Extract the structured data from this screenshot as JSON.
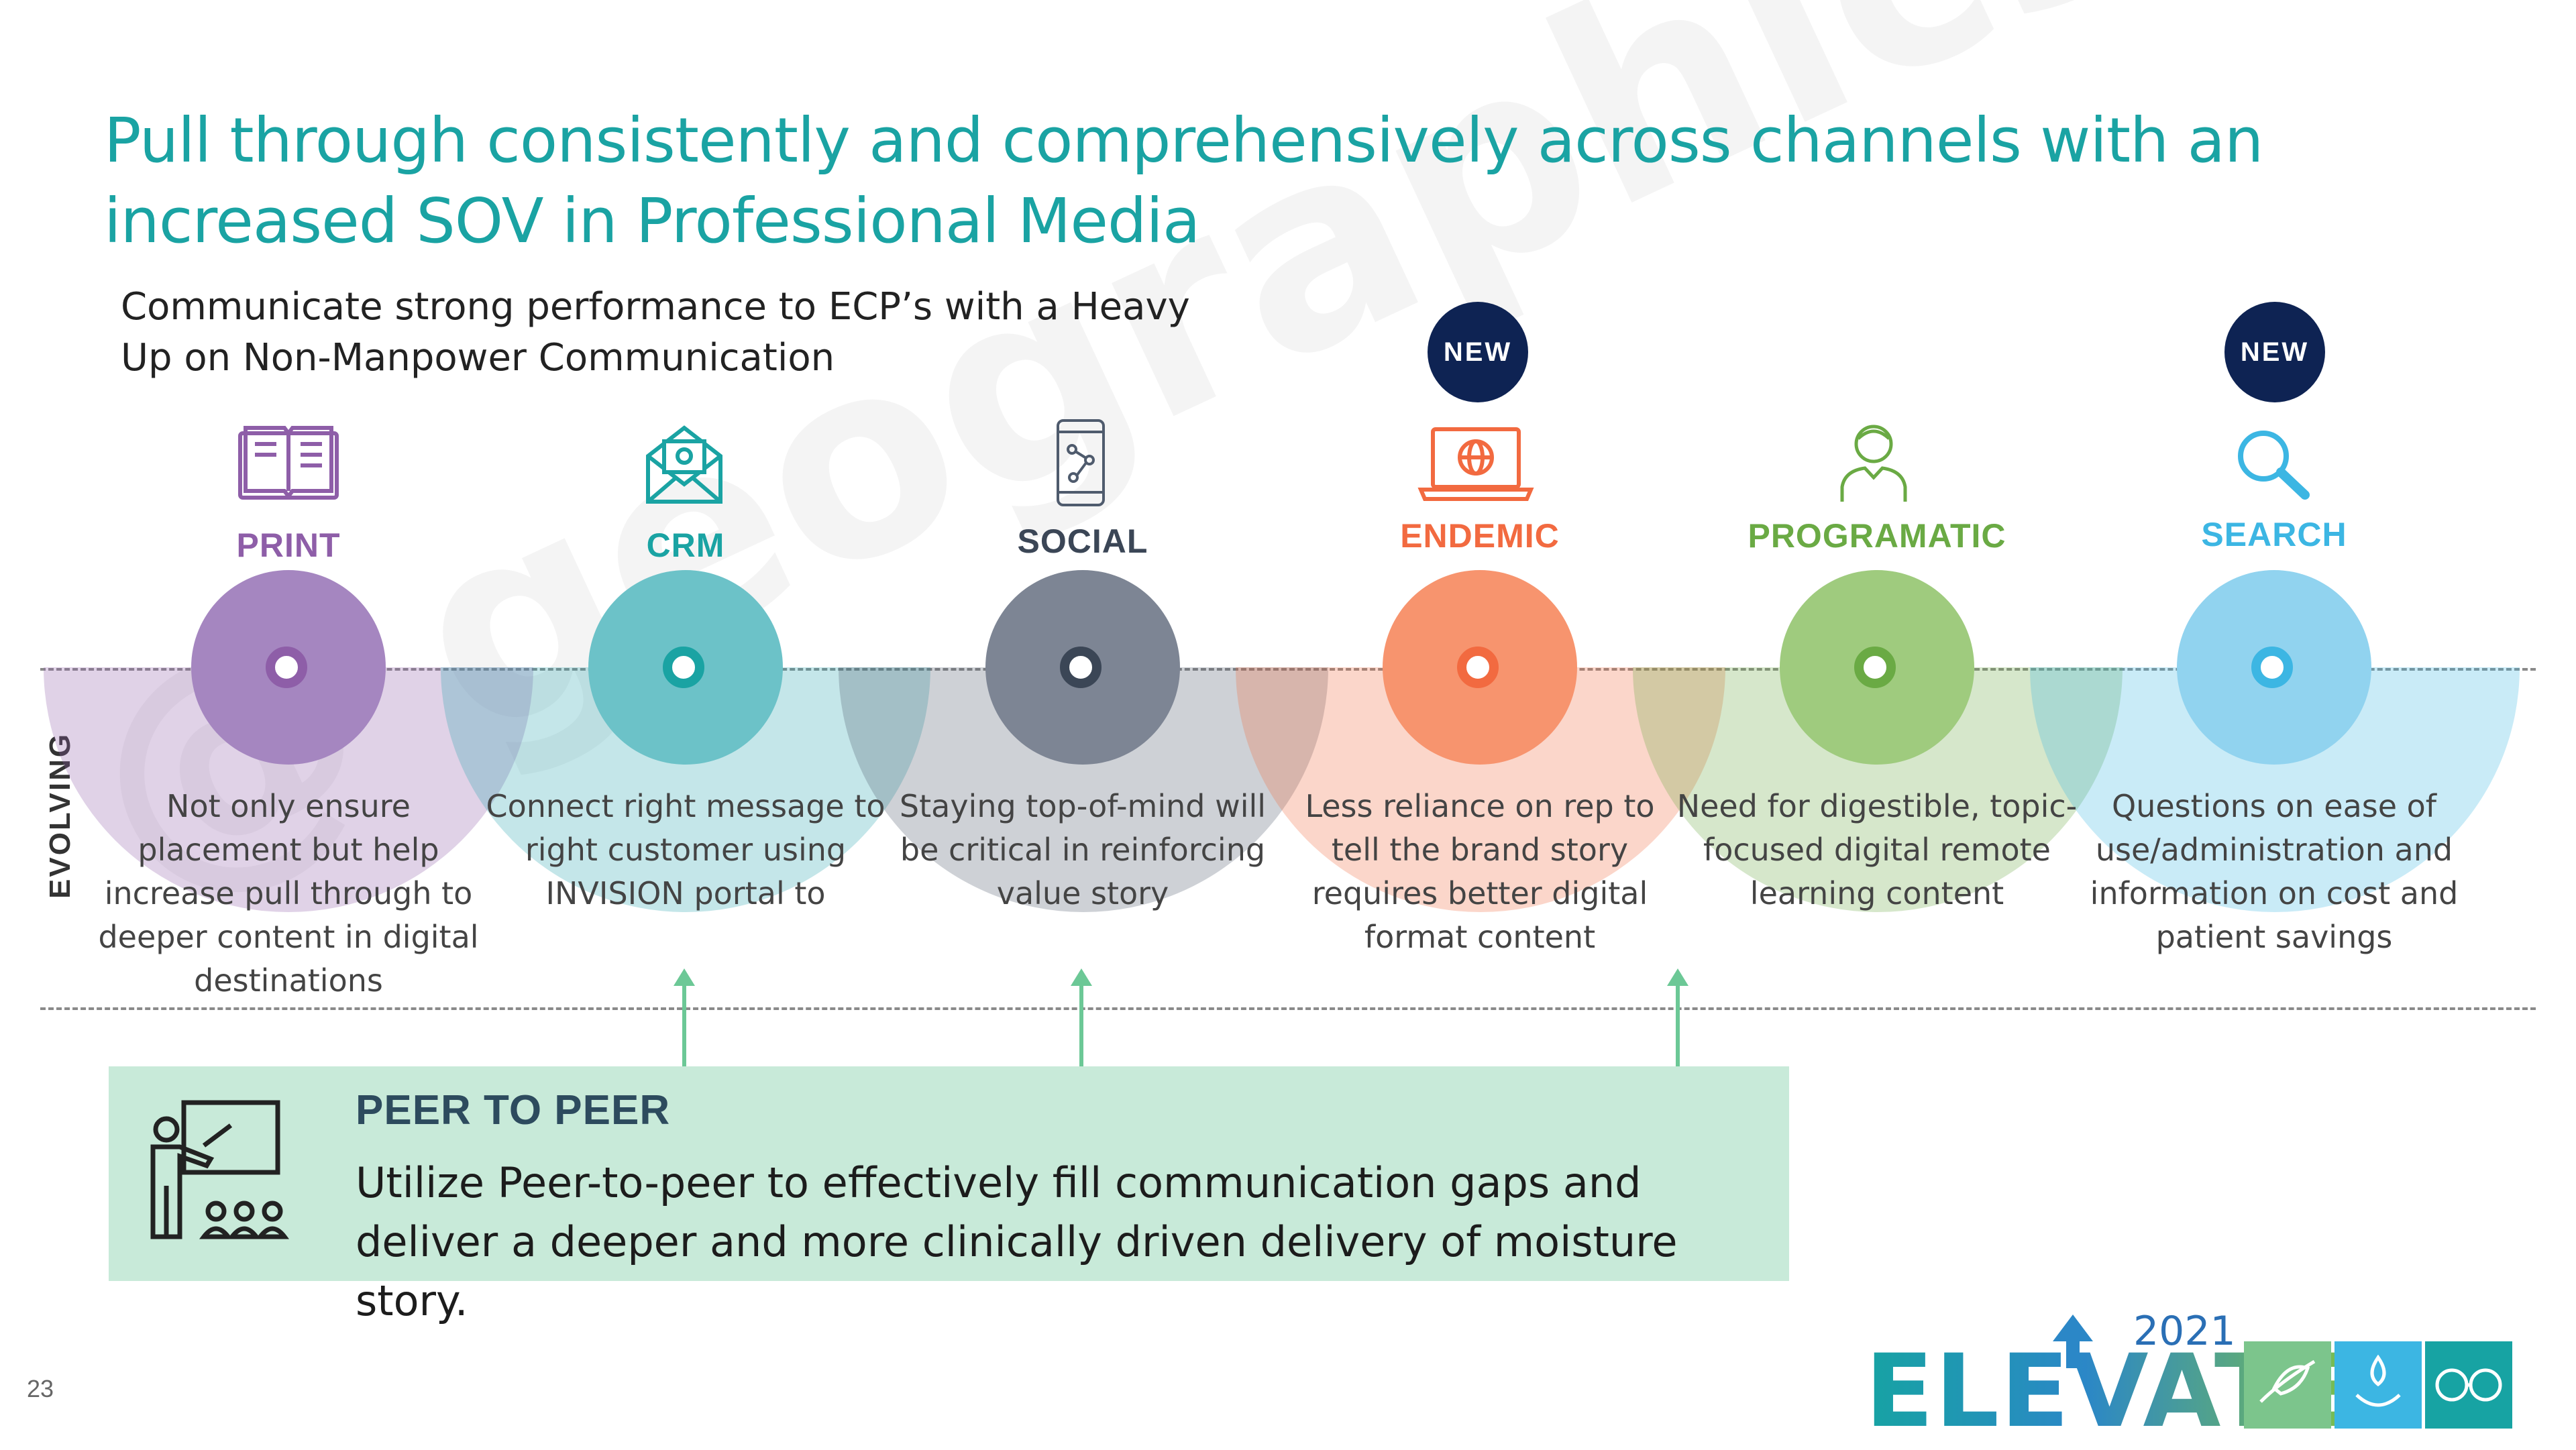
{
  "title": "Pull through consistently and comprehensively across channels with an increased SOV in Professional Media",
  "subtitle": "Communicate strong performance to ECP’s with a Heavy Up on Non-Manpower Communication",
  "side_label": "EVOLVING",
  "new_badge": "NEW",
  "watermark": "@ geographics",
  "channels": [
    {
      "label": "PRINT",
      "icon": "book-icon",
      "color": "#8e5ea8",
      "desc": "Not only ensure placement but help increase pull through to deeper content in digital destinations"
    },
    {
      "label": "CRM",
      "icon": "email-icon",
      "color": "#2aa7b0",
      "desc": "Connect right message to right customer using INVISION portal to"
    },
    {
      "label": "SOCIAL",
      "icon": "smartphone-network-icon",
      "color": "#4f5b6d",
      "desc": "Staying top-of-mind will be critical in reinforcing value story"
    },
    {
      "label": "ENDEMIC",
      "icon": "laptop-globe-icon",
      "color": "#f26a40",
      "desc": "Less reliance on rep to tell the brand story requires better digital format content"
    },
    {
      "label": "PROGRAMATIC",
      "icon": "person-icon",
      "color": "#6aaa44",
      "desc": "Need for digestible, topic-focused digital remote learning content"
    },
    {
      "label": "SEARCH",
      "icon": "magnifier-icon",
      "color": "#3cb6e3",
      "desc": "Questions on ease of use/administration and information on cost and patient savings"
    }
  ],
  "peer": {
    "title": "PEER TO PEER",
    "text": "Utilize Peer-to-peer to effectively fill communication gaps and deliver a deeper and more clinically driven delivery of moisture story.",
    "icon": "presenter-icon"
  },
  "page_number": "23",
  "logo": {
    "wordmark": "ELEVATE",
    "year": "2021"
  }
}
